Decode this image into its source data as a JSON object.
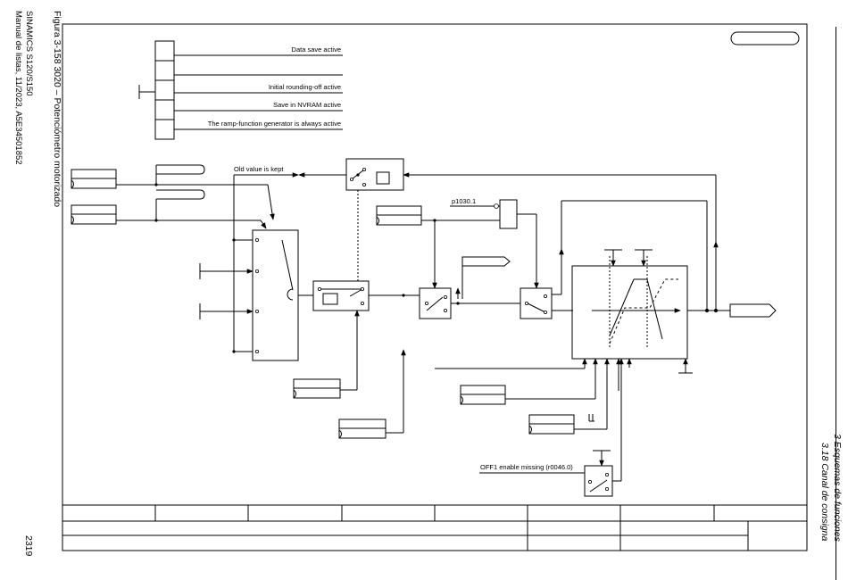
{
  "margin_left": {
    "figure_caption": "Figura 3-158   3020 – Potenciómetro motorizado",
    "product": "SINAMICS S120/S150",
    "manual": "Manual de listas, 11/2023, A5E34501852",
    "page_number": "2319"
  },
  "margin_right": {
    "chapter": "3 Esquemas de funciones",
    "section": "3.18 Canal de consigna"
  },
  "diagram": {
    "config_items": [
      "Data save active",
      "",
      "Initial rounding-off active",
      "Save in NVRAM active",
      "The ramp-function generator is always active"
    ],
    "old_value_label": "Old value is kept",
    "param_p1030_1": "p1030.1",
    "off1_label": "OFF1 enable missing (r0046.0)"
  }
}
